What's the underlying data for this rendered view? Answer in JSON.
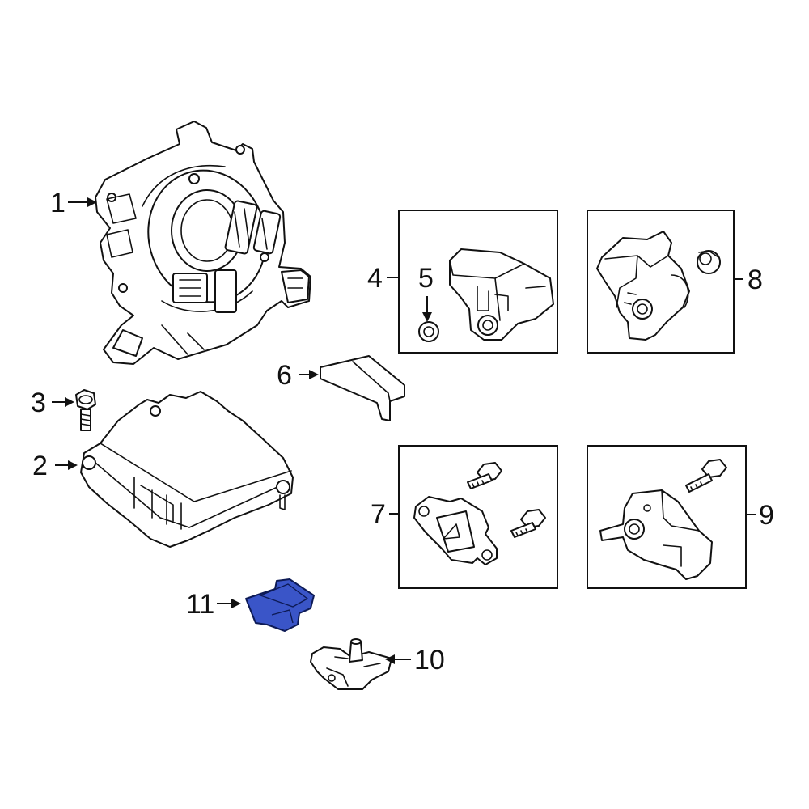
{
  "diagram": {
    "callouts": {
      "p1": "1",
      "p2": "2",
      "p3": "3",
      "p4": "4",
      "p5": "5",
      "p6": "6",
      "p7": "7",
      "p8": "8",
      "p9": "9",
      "p10": "10",
      "p11": "11"
    },
    "highlight_part": "11",
    "colors": {
      "highlight_fill": "#3a55c8",
      "highlight_stroke": "#0d1a55",
      "line": "#111111",
      "background": "#ffffff"
    }
  }
}
